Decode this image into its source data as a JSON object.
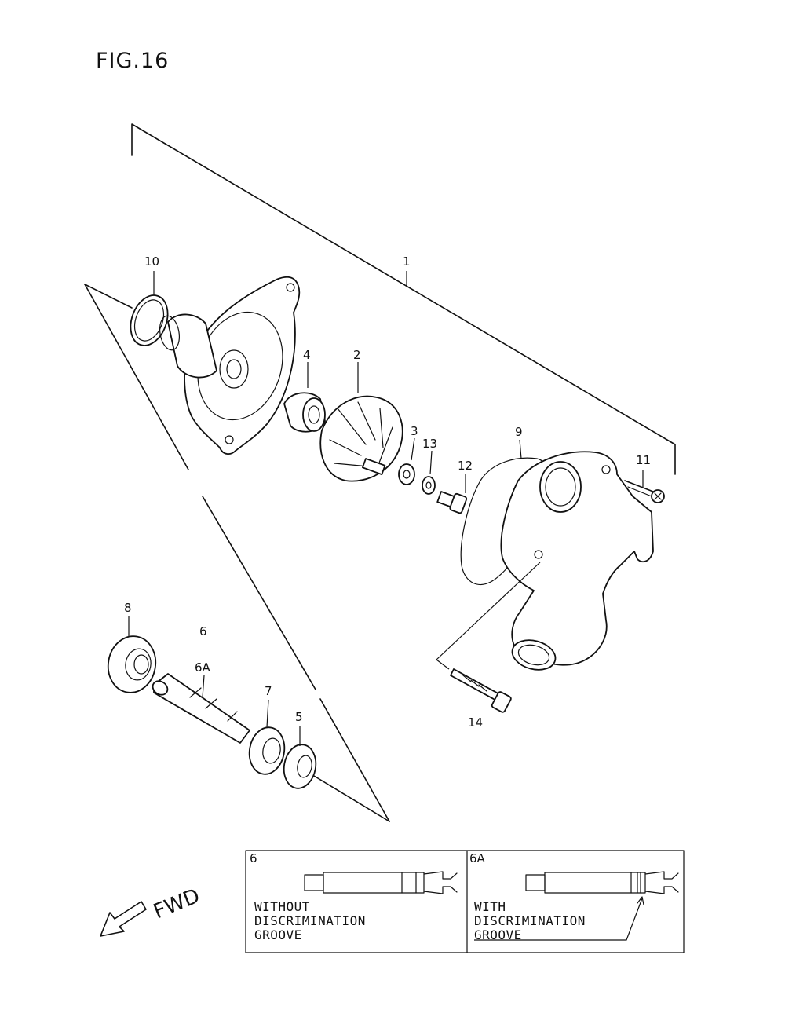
{
  "figure": {
    "title": "FIG.16"
  },
  "callouts": {
    "c1": "1",
    "c2": "2",
    "c3": "3",
    "c4": "4",
    "c5": "5",
    "c6": "6",
    "c6a": "6A",
    "c7": "7",
    "c8": "8",
    "c9": "9",
    "c10": "10",
    "c11": "11",
    "c12": "12",
    "c13": "13",
    "c14": "14"
  },
  "direction": {
    "label": "FWD"
  },
  "legend": {
    "left": {
      "ref": "6",
      "line1": "WITHOUT",
      "line2": "DISCRIMINATION",
      "line3": "GROOVE"
    },
    "right": {
      "ref": "6A",
      "line1": "WITH",
      "line2": "DISCRIMINATION",
      "line3": "GROOVE"
    }
  }
}
